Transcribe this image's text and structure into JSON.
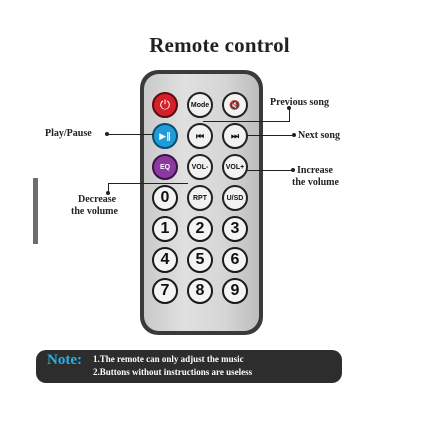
{
  "title": "Remote control",
  "buttons": {
    "power_symbol": "⏻",
    "mode": "Mode",
    "mute_symbol": "🔇",
    "play_pause_symbol": "▶∥",
    "previous_symbol": "⏮",
    "next_symbol": "⏭",
    "eq": "EQ",
    "vol_down": "VOL-",
    "vol_up": "VOL+",
    "zero": "0",
    "rpt": "RPT",
    "usd": "U/SD",
    "one": "1",
    "two": "2",
    "three": "3",
    "four": "4",
    "five": "5",
    "six": "6",
    "seven": "7",
    "eight": "8",
    "nine": "9"
  },
  "callouts": {
    "previous_song": "Previous song",
    "play_pause": "Play/Pause",
    "next_song": "Next song",
    "increase_line1": "Increase",
    "increase_line2": "the volume",
    "decrease_line1": "Decrease",
    "decrease_line2": "the volume"
  },
  "note": {
    "label": "Note:",
    "line1": "1.The remote can only adjust the music",
    "line2": "2.Buttons without instructions are useless"
  },
  "colors": {
    "power": "#d4202b",
    "play": "#1f9bd8",
    "eq": "#8b3aa0",
    "note_label": "#2ab0e8",
    "note_bg": "#2d2d2d"
  }
}
